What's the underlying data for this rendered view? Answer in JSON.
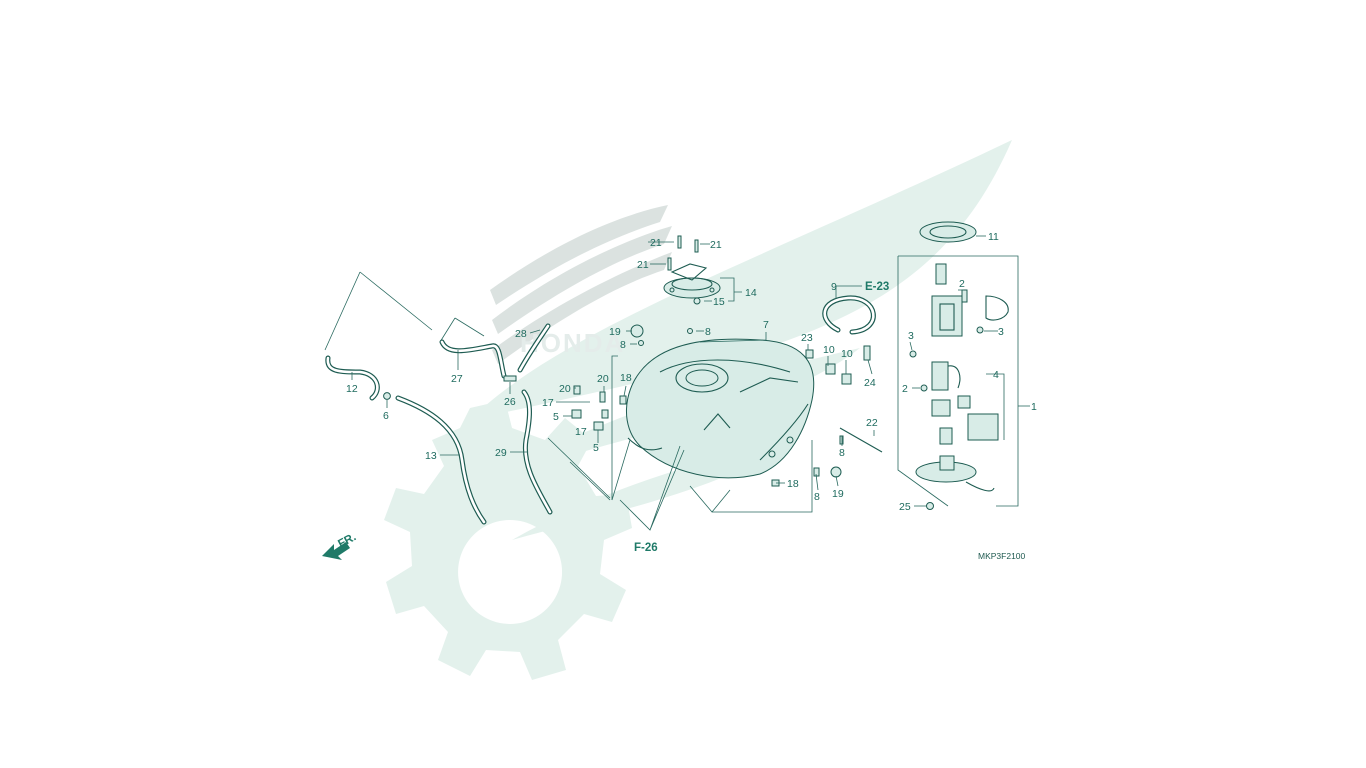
{
  "diagram": {
    "drawing_code": "MKP3F2100",
    "watermark_brand": "HONDA",
    "part_callouts": [
      "1",
      "2",
      "2",
      "3",
      "3",
      "4",
      "5",
      "5",
      "6",
      "7",
      "8",
      "8",
      "8",
      "8",
      "9",
      "10",
      "10",
      "11",
      "12",
      "13",
      "14",
      "15",
      "17",
      "17",
      "18",
      "18",
      "19",
      "19",
      "20",
      "20",
      "21",
      "21",
      "21",
      "22",
      "23",
      "24",
      "25",
      "26",
      "27",
      "28",
      "29"
    ],
    "cross_references": [
      "E-23",
      "F-26"
    ],
    "direction_label": "FR."
  },
  "colors": {
    "ink": "#1e5c52",
    "label": "#1f6b5f",
    "watermark": "#e3f1ec"
  }
}
